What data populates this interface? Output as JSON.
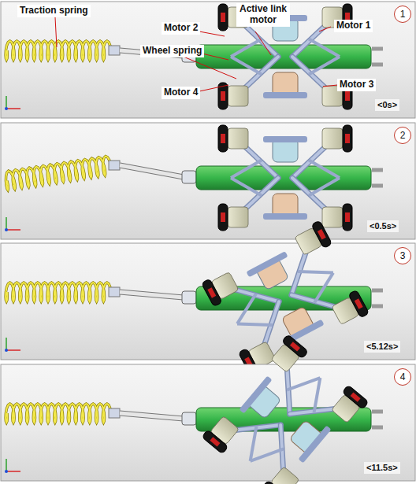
{
  "diagram": {
    "nodes": [
      {
        "text": [
          "1"
        ]
      },
      {
        "text": [
          "2"
        ]
      },
      {
        "text": [
          "3"
        ]
      },
      {
        "text": [
          "4"
        ]
      }
    ],
    "labels": [
      "Traction spring",
      "Motor 2",
      "Active link motor",
      "Motor 1",
      "Wheel spring",
      "Motor 4",
      "Motor 3",
      "<0s>",
      "<0.5s>",
      "<5.12s>",
      "<11.5s>"
    ]
  }
}
